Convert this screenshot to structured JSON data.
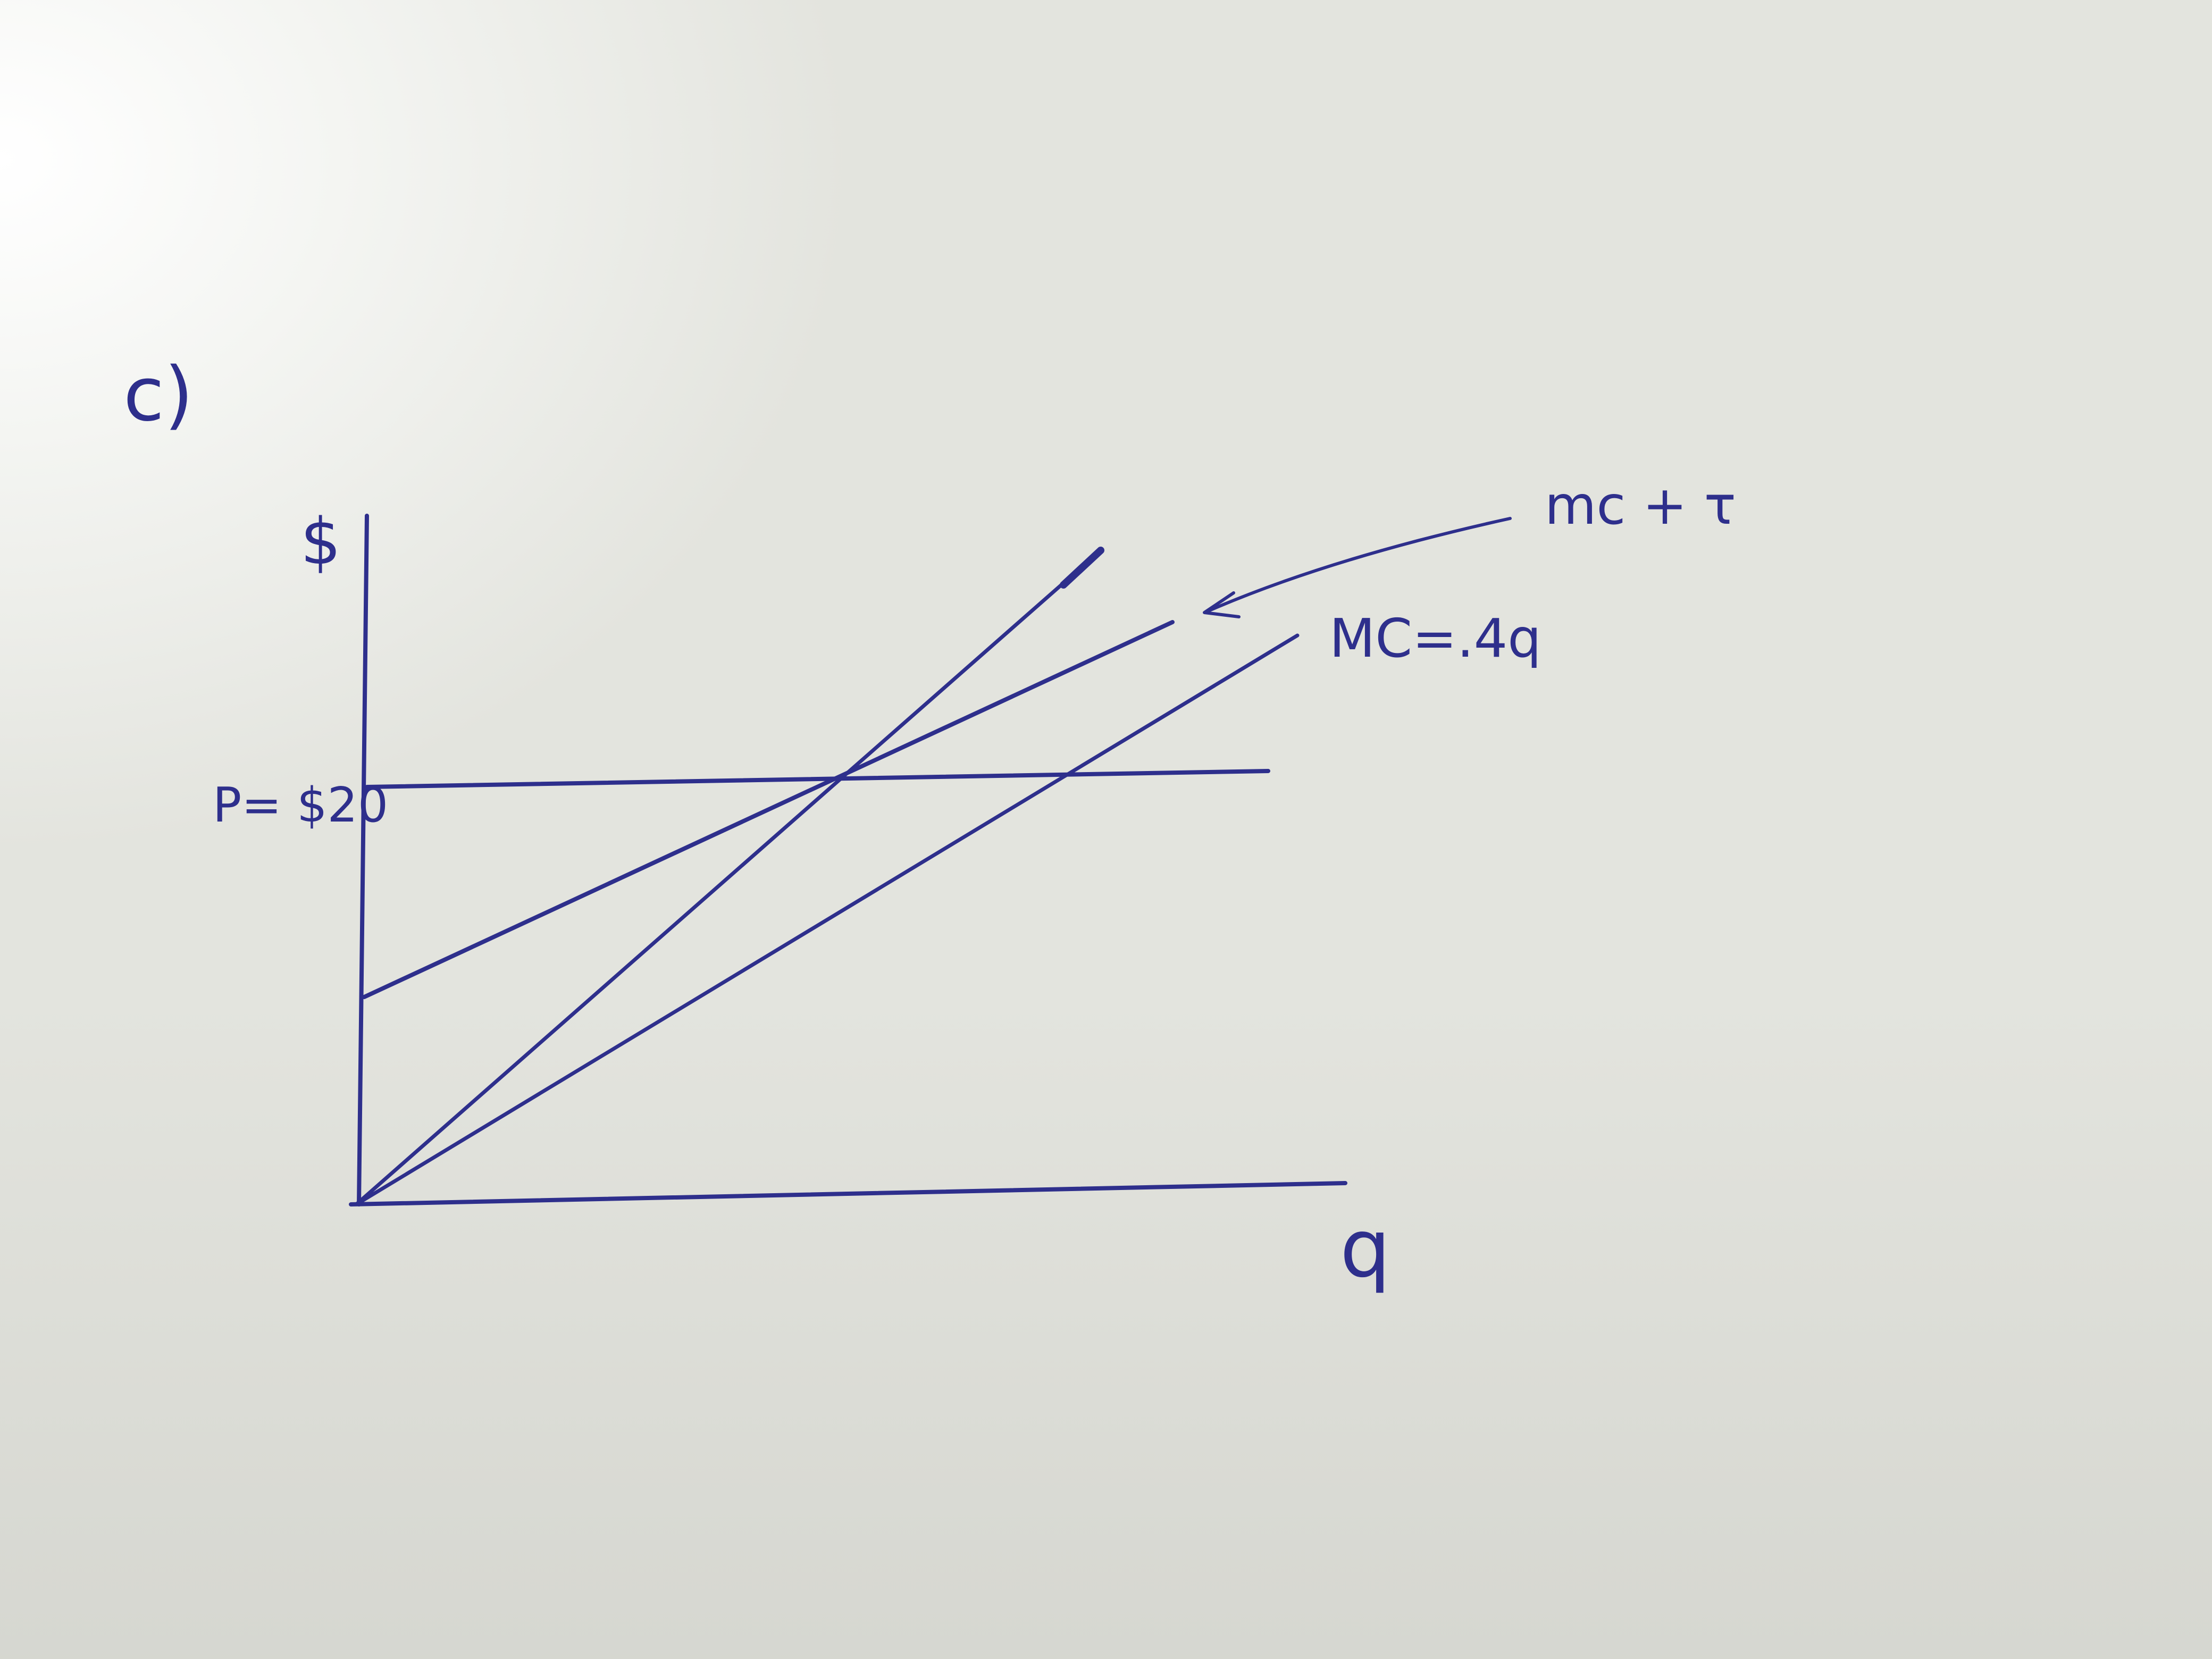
{
  "part_label": "c)",
  "y_axis_label": "$",
  "x_axis_label": "q",
  "price_label": "P= $20",
  "curve_labels": {
    "mc": "MC=.4q",
    "mc_plus_tax": "mc + τ"
  },
  "ink_color": "#2e2f8c"
}
